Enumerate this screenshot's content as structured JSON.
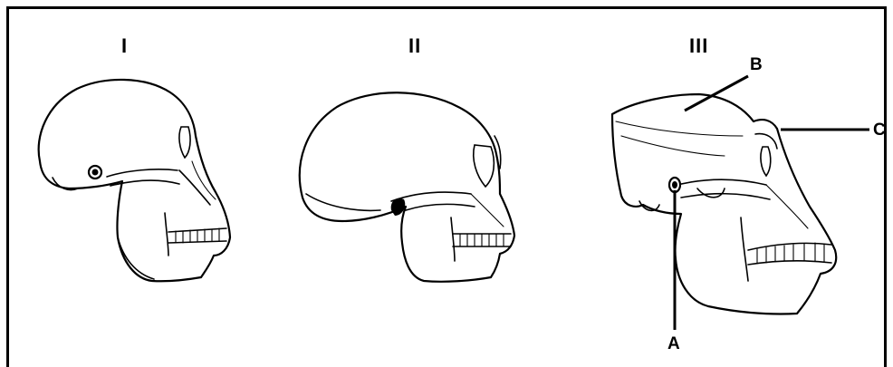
{
  "numerals": {
    "skull_1": "I",
    "skull_2": "II",
    "skull_3": "III"
  },
  "pointer_labels": {
    "a": "A",
    "b": "B",
    "c": "C"
  }
}
